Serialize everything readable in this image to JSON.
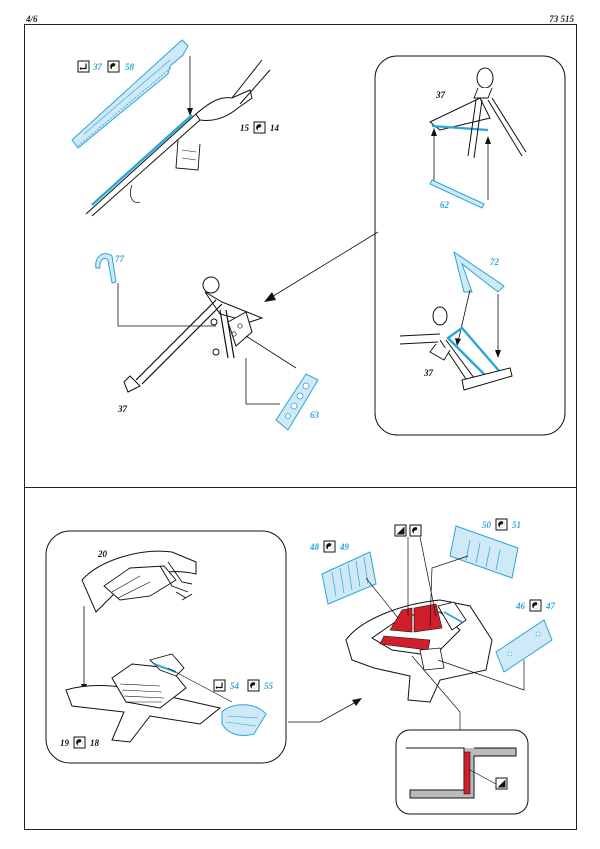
{
  "header": {
    "page": "4/6",
    "code": "73 515"
  },
  "colors": {
    "etch": "#2aa6d8",
    "ink": "#111111",
    "red": "#d01f2a",
    "pe_fill": "#cfe9f6"
  },
  "icons": {
    "bend": "bend-icon",
    "remove": "remove-part-icon",
    "paint": "paint-icon"
  },
  "top_section": {
    "labels": {
      "part_37_top": "37",
      "part_58": "58",
      "part_15": "15",
      "part_14": "14",
      "part_77": "77",
      "part_37_mid": "37",
      "part_63": "63",
      "detail_37_a": "37",
      "part_62": "62",
      "part_72": "72",
      "detail_37_b": "37"
    }
  },
  "bottom_section": {
    "labels": {
      "part_20": "20",
      "part_54": "54",
      "part_55": "55",
      "part_19": "19",
      "part_18": "18",
      "part_48": "48",
      "part_49": "49",
      "part_50": "50",
      "part_51": "51",
      "part_46": "46",
      "part_47": "47"
    }
  }
}
